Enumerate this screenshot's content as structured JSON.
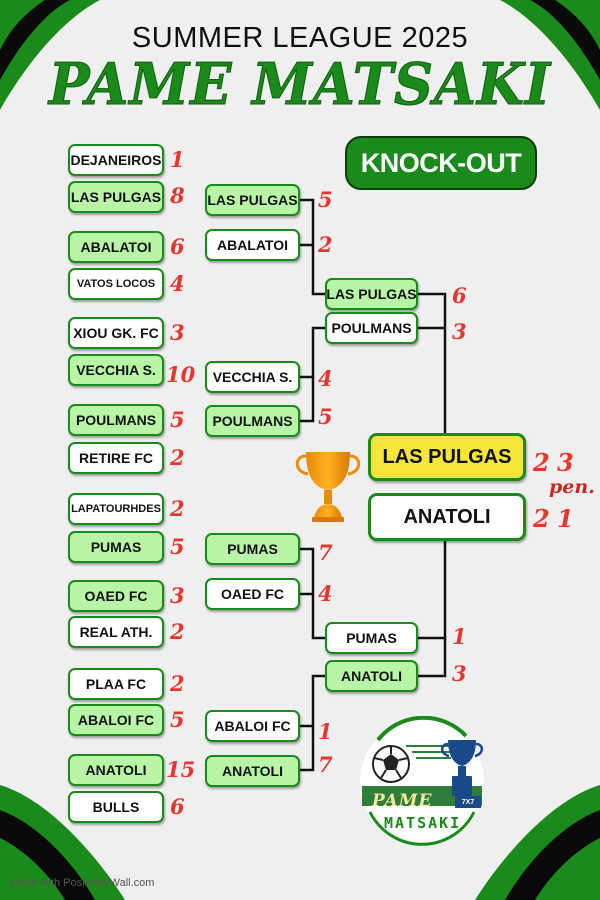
{
  "header": {
    "subtitle": "SUMMER LEAGUE 2025",
    "title": "PAME MATSAKI",
    "badge": "KNOCK-OUT"
  },
  "colors": {
    "accent_green": "#1a8a1a",
    "winner_fill": "#b8f5a6",
    "final_winner_fill": "#f5e63a",
    "score_red": "#e8362e"
  },
  "round1": [
    {
      "team": "DEJANEIROS",
      "score": "1"
    },
    {
      "team": "LAS PULGAS",
      "score": "8"
    },
    {
      "team": "ABALATOI",
      "score": "6"
    },
    {
      "team": "VATOS LOCOS",
      "score": "4"
    },
    {
      "team": "XIOU GK. FC",
      "score": "3"
    },
    {
      "team": "VECCHIA S.",
      "score": "10"
    },
    {
      "team": "POULMANS",
      "score": "5"
    },
    {
      "team": "RETIRE FC",
      "score": "2"
    },
    {
      "team": "LAPATOURHDES",
      "score": "2"
    },
    {
      "team": "PUMAS",
      "score": "5"
    },
    {
      "team": "OAED FC",
      "score": "3"
    },
    {
      "team": "REAL ATH.",
      "score": "2"
    },
    {
      "team": "PLAA FC",
      "score": "2"
    },
    {
      "team": "ABALOI FC",
      "score": "5"
    },
    {
      "team": "ANATOLI",
      "score": "15"
    },
    {
      "team": "BULLS",
      "score": "6"
    }
  ],
  "round2": [
    {
      "team": "LAS PULGAS",
      "score": "5"
    },
    {
      "team": "ABALATOI",
      "score": "2"
    },
    {
      "team": "VECCHIA S.",
      "score": "4"
    },
    {
      "team": "POULMANS",
      "score": "5"
    },
    {
      "team": "PUMAS",
      "score": "7"
    },
    {
      "team": "OAED FC",
      "score": "4"
    },
    {
      "team": "ABALOI FC",
      "score": "1"
    },
    {
      "team": "ANATOLI",
      "score": "7"
    }
  ],
  "semis": [
    {
      "team": "LAS PULGAS",
      "score": "6"
    },
    {
      "team": "POULMANS",
      "score": "3"
    },
    {
      "team": "PUMAS",
      "score": "1"
    },
    {
      "team": "ANATOLI",
      "score": "3"
    }
  ],
  "final": [
    {
      "team": "LAS PULGAS",
      "score": "2",
      "pen_score": "3"
    },
    {
      "team": "ANATOLI",
      "score": "2",
      "pen_score": "1"
    }
  ],
  "pen_label": "pen.",
  "logo": {
    "line1": "PAME",
    "line2": "MATSAKI",
    "badge": "7X7"
  },
  "footer": "Made with PosterMyWall.com"
}
